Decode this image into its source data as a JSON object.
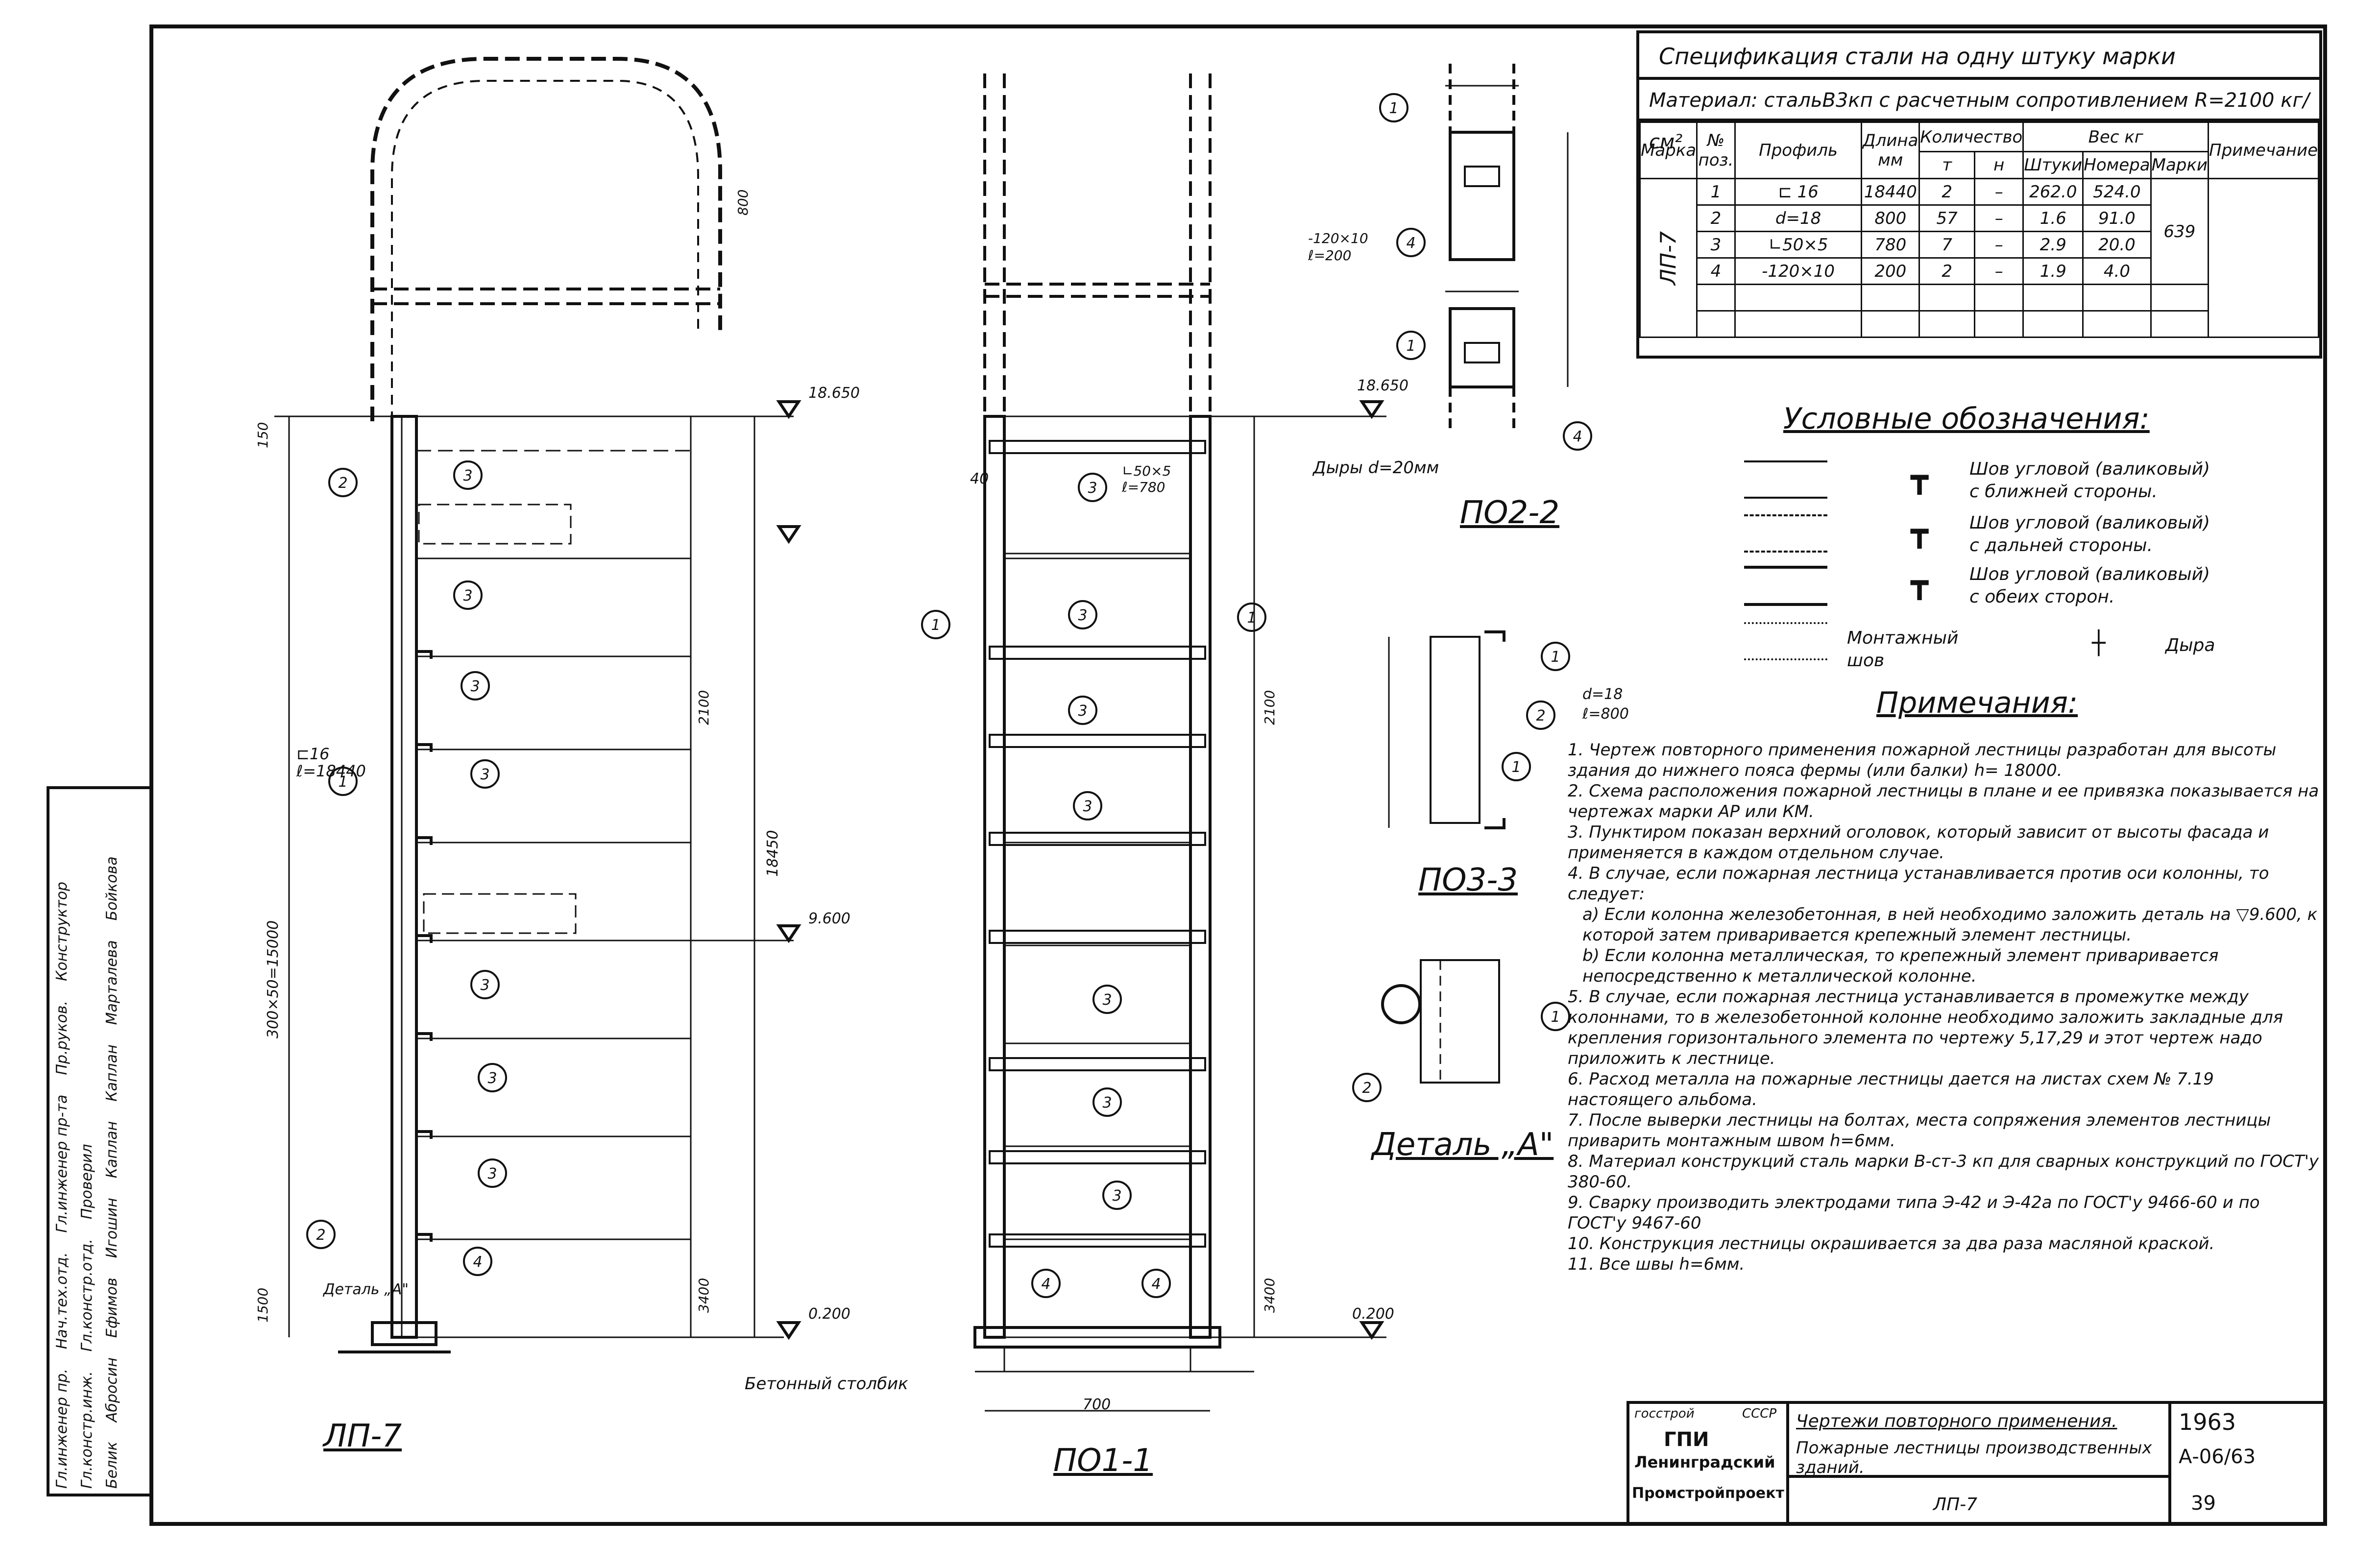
{
  "spec": {
    "title": "Спецификация стали на одну штуку марки",
    "material": "Материал: стальВ3кп с расчетным сопротивлением R=2100 кг/см²",
    "headers": {
      "mark": "Марка",
      "pos": "№ поз.",
      "profile": "Профиль",
      "length": "Длина мм",
      "qty": "Количество",
      "qty_t": "т",
      "qty_n": "н",
      "weight": "Вес кг",
      "w_pcs": "Штуки",
      "w_pos": "Номера",
      "w_mark": "Марки",
      "note": "Примечание"
    },
    "mark": "ЛП-7",
    "total": "639",
    "rows": [
      {
        "pos": "1",
        "profile": "⊏ 16",
        "length": "18440",
        "t": "2",
        "n": "–",
        "pcs": "262.0",
        "posw": "524.0"
      },
      {
        "pos": "2",
        "profile": "d=18",
        "length": "800",
        "t": "57",
        "n": "–",
        "pcs": "1.6",
        "posw": "91.0"
      },
      {
        "pos": "3",
        "profile": "∟50×5",
        "length": "780",
        "t": "7",
        "n": "–",
        "pcs": "2.9",
        "posw": "20.0"
      },
      {
        "pos": "4",
        "profile": "-120×10",
        "length": "200",
        "t": "2",
        "n": "–",
        "pcs": "1.9",
        "posw": "4.0"
      }
    ]
  },
  "legend": {
    "title": "Условные обозначения:",
    "items": [
      "Шов угловой (валиковый) с ближней стороны.",
      "Шов угловой (валиковый) с дальней стороны.",
      "Шов угловой (валиковый) с обеих сторон."
    ],
    "montage": "Монтажный шов",
    "hole": "Дыра"
  },
  "notes": {
    "title": "Примечания:",
    "items": [
      "1. Чертеж повторного применения пожарной лестницы разработан для высоты здания до нижнего пояса фермы (или балки) h= 18000.",
      "2. Схема расположения пожарной лестницы в плане и ее привязка показывается на чертежах марки АР или КМ.",
      "3. Пунктиром показан верхний оголовок, который зависит от высоты фасада и применяется в каждом отдельном случае.",
      "4. В случае, если пожарная лестница устанавливается против оси колонны, то следует:",
      "а) Если колонна железобетонная, в ней необходимо заложить деталь на ▽9.600, к которой затем приваривается крепежный элемент лестницы.",
      "b) Если колонна металлическая, то крепежный элемент приваривается непосредственно к металлической колонне.",
      "5. В случае, если пожарная лестница устанавливается в промежутке между колоннами, то в железобетонной колонне необходимо заложить закладные для крепления горизонтального элемента по чертежу 5,17,29 и этот чертеж надо приложить к лестнице.",
      "6. Расход металла на пожарные лестницы дается на листах схем № 7.19 настоящего альбома.",
      "7. После выверки лестницы на болтах, места сопряжения элементов лестницы приварить монтажным швом h=6мм.",
      "8. Материал конструкций сталь марки В-ст-3 кп для сварных конструкций по ГОСТ'у 380-60.",
      "9. Сварку производить электродами типа Э-42 и Э-42а по ГОСТ'у 9466-60 и по ГОСТ'у 9467-60",
      "10. Конструкция лестницы окрашивается за два раза масляной краской.",
      "11. Все швы h=6мм."
    ]
  },
  "titleblock": {
    "org1": "госстрой",
    "org2": "СССР",
    "org3": "ГПИ",
    "org4": "Ленинградский",
    "org5": "Промстройпроект",
    "desc1": "Чертежи повторного применения.",
    "desc2": "Пожарные лестницы производственных зданий.",
    "sheet_name": "ЛП-7",
    "year": "1963",
    "code": "А-06/63",
    "sheet": "39"
  },
  "stamp": {
    "roles": [
      "Гл.инженер пр.",
      "Нач.тех.отд.",
      "Гл.инженер пр-та",
      "Пр.руков.",
      "Конструктор"
    ],
    "roles2": [
      "Гл.констр.инж.",
      "Гл.констр.отд.",
      "Проверил"
    ],
    "names": [
      "Белик",
      "Абросин",
      "Ефимов",
      "Игошин",
      "Каплан",
      "Каплан",
      "Марталева",
      "Бойкова"
    ]
  },
  "drawings": {
    "lp7": "ЛП-7",
    "s11": "ПО1-1",
    "s22": "ПО2-2",
    "s33": "ПО3-3",
    "detA": "Деталь „А\"",
    "detA_small": "Деталь „А\"",
    "level_top": "18.650",
    "level_top2": "18.650",
    "level_mid": "9.600",
    "level_bot": "0.200",
    "level_bot2": "0.200",
    "total_h": "18450",
    "step_sum": "300×50=15000",
    "span": "2100",
    "dim_3400": "3400",
    "dim_1500": "1500",
    "dim_150": "150",
    "dim_700": "700",
    "dim_800": "800",
    "ch16": "⊏16",
    "ch_len": "ℓ=18440",
    "angle": "∟50×5",
    "angle_len": "ℓ=780",
    "plate": "-120×10",
    "plate_len": "ℓ=200",
    "rod": "d=18",
    "rod_len": "ℓ=800",
    "holes": "Дыры d=20мм",
    "concrete": "Бетонный столбик",
    "dim_40": "40"
  }
}
